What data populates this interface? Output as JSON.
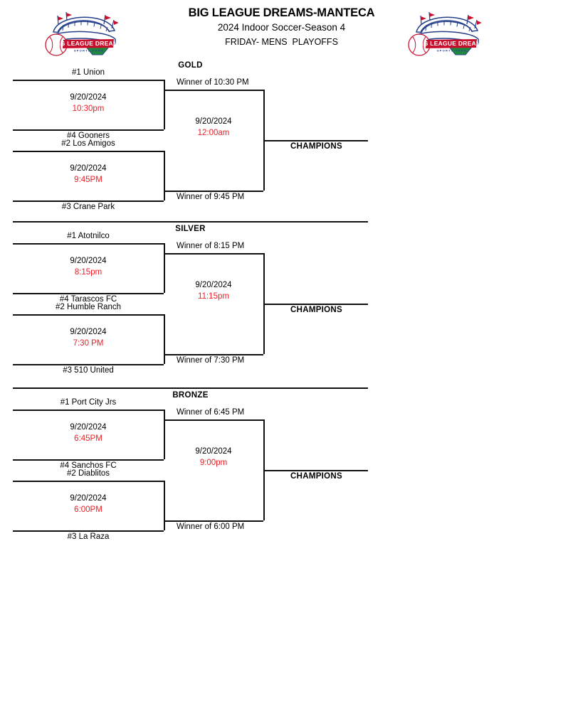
{
  "header": {
    "title": "BIG LEAGUE DREAMS-MANTECA",
    "subtitle": "2024 Indoor Soccer-Season 4",
    "subtitle2": "FRIDAY- MENS  PLAYOFFS",
    "logo_left_name": "big-league-dreams-logo",
    "logo_right_name": "big-league-dreams-logo"
  },
  "colors": {
    "time_red": "#ED1C24",
    "line_black": "#111111"
  },
  "sections": [
    {
      "name": "GOLD",
      "has_divider": false,
      "quarterfinals": [
        {
          "top_team": "#1 Union",
          "bottom_team": "#4 Gooners",
          "date": "9/20/2024",
          "time": "10:30pm"
        },
        {
          "top_team": "#2 Los Amigos",
          "bottom_team": "#3 Crane Park",
          "date": "9/20/2024",
          "time": "9:45PM"
        }
      ],
      "semifinal": {
        "top_label": "Winner of 10:30 PM",
        "bottom_label": "Winner of 9:45 PM",
        "date": "9/20/2024",
        "time": "12:00am"
      },
      "champion_label": "CHAMPIONS"
    },
    {
      "name": "SILVER",
      "has_divider": true,
      "quarterfinals": [
        {
          "top_team": "#1 Atotnilco",
          "bottom_team": "#4 Tarascos FC",
          "date": "9/20/2024",
          "time": "8:15pm"
        },
        {
          "top_team": "#2 Humble Ranch",
          "bottom_team": "#3 510 United",
          "date": "9/20/2024",
          "time": "7:30 PM"
        }
      ],
      "semifinal": {
        "top_label": "Winner of 8:15 PM",
        "bottom_label": "Winner of 7:30 PM",
        "date": "9/20/2024",
        "time": "11:15pm"
      },
      "champion_label": "CHAMPIONS"
    },
    {
      "name": "BRONZE",
      "has_divider": true,
      "quarterfinals": [
        {
          "top_team": "#1 Port City Jrs",
          "bottom_team": "#4 Sanchos FC",
          "date": "9/20/2024",
          "time": "6:45PM"
        },
        {
          "top_team": "#2 Diablitos",
          "bottom_team": "#3 La Raza",
          "date": "9/20/2024",
          "time": "6:00PM"
        }
      ],
      "semifinal": {
        "top_label": "Winner of 6:45 PM",
        "bottom_label": "Winner of 6:00 PM",
        "date": "9/20/2024",
        "time": "9:00pm"
      },
      "champion_label": "CHAMPIONS"
    }
  ]
}
